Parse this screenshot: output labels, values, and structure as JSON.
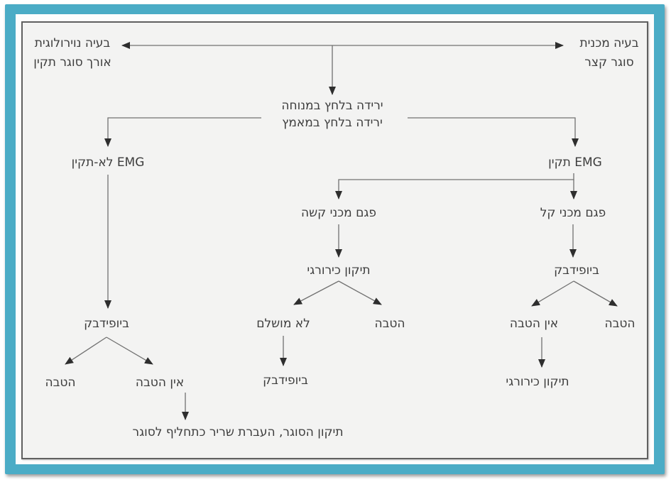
{
  "title": "flowchart-sphincter-pressure-decision-tree",
  "colors": {
    "frame_teal": "#4BACC6",
    "canvas_bg": "#F3F3F2",
    "inner_border": "#606060",
    "line_gray": "#717171",
    "arrow_dark": "#2E2E2E",
    "text": "#3D3D3D"
  },
  "nodes": {
    "top_left_line1": "בעיה נוירולוגית",
    "top_left_line2": "אורך סוגר תקין",
    "top_right_line1": "בעיה מכנית",
    "top_right_line2": "סוגר קצר",
    "pressure_line1": "ירידה בלחץ במנוחה",
    "pressure_line2": "ירידה בלחץ במאמץ",
    "emg_abnormal": "EMG לא-תקין",
    "emg_normal": "EMG תקין",
    "severe_defect": "פגם מכני קשה",
    "mild_defect": "פגם מכני קל",
    "surgical_repair_mid": "תיקון כירורגי",
    "biofeedback_left": "ביופידבק",
    "biofeedback_mid": "ביופידבק",
    "biofeedback_right": "ביופידבק",
    "improvement_left": "הטבה",
    "no_improvement_left": "אין הטבה",
    "not_complete": "לא מושלם",
    "improvement_mid": "הטבה",
    "no_improvement_right": "אין הטבה",
    "improvement_right": "הטבה",
    "surgical_repair_right": "תיקון כירורגי",
    "final_outcome": "תיקון הסוגר, העברת שריר כתחליף לסוגר"
  }
}
